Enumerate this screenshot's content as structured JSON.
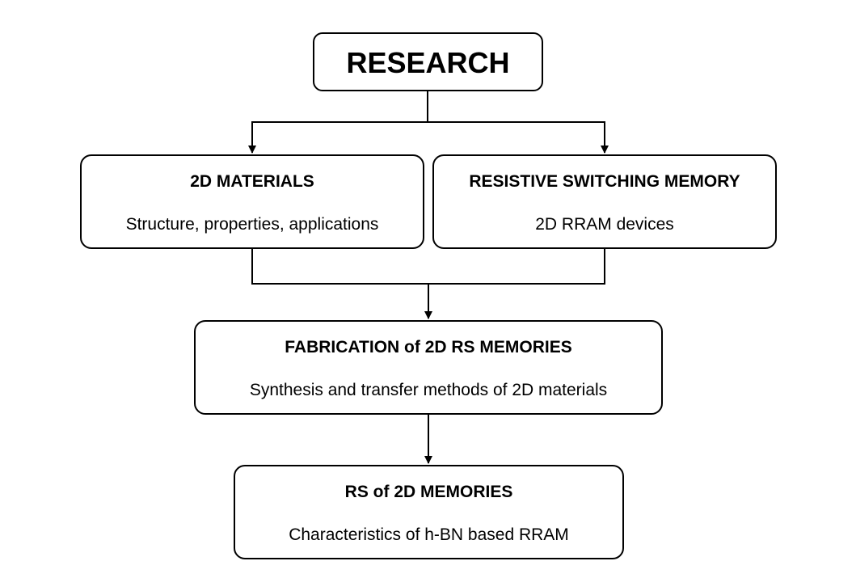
{
  "diagram": {
    "nodes": [
      {
        "id": "research",
        "title": "RESEARCH",
        "subtitle": ""
      },
      {
        "id": "materials",
        "title": "2D MATERIALS",
        "subtitle": "Structure, properties, applications"
      },
      {
        "id": "rs_memory",
        "title": "RESISTIVE SWITCHING MEMORY",
        "subtitle": "2D RRAM devices"
      },
      {
        "id": "fabrication",
        "title": "FABRICATION of 2D RS MEMORIES",
        "subtitle": "Synthesis and transfer methods of 2D materials"
      },
      {
        "id": "rs_2d",
        "title": "RS of 2D MEMORIES",
        "subtitle": "Characteristics of h-BN based RRAM"
      }
    ],
    "edges": [
      {
        "from": "research",
        "to": "materials"
      },
      {
        "from": "research",
        "to": "rs_memory"
      },
      {
        "from": "materials",
        "to": "fabrication"
      },
      {
        "from": "rs_memory",
        "to": "fabrication"
      },
      {
        "from": "fabrication",
        "to": "rs_2d"
      }
    ],
    "colors": {
      "stroke": "#000000",
      "background": "#ffffff",
      "text": "#000000"
    }
  }
}
